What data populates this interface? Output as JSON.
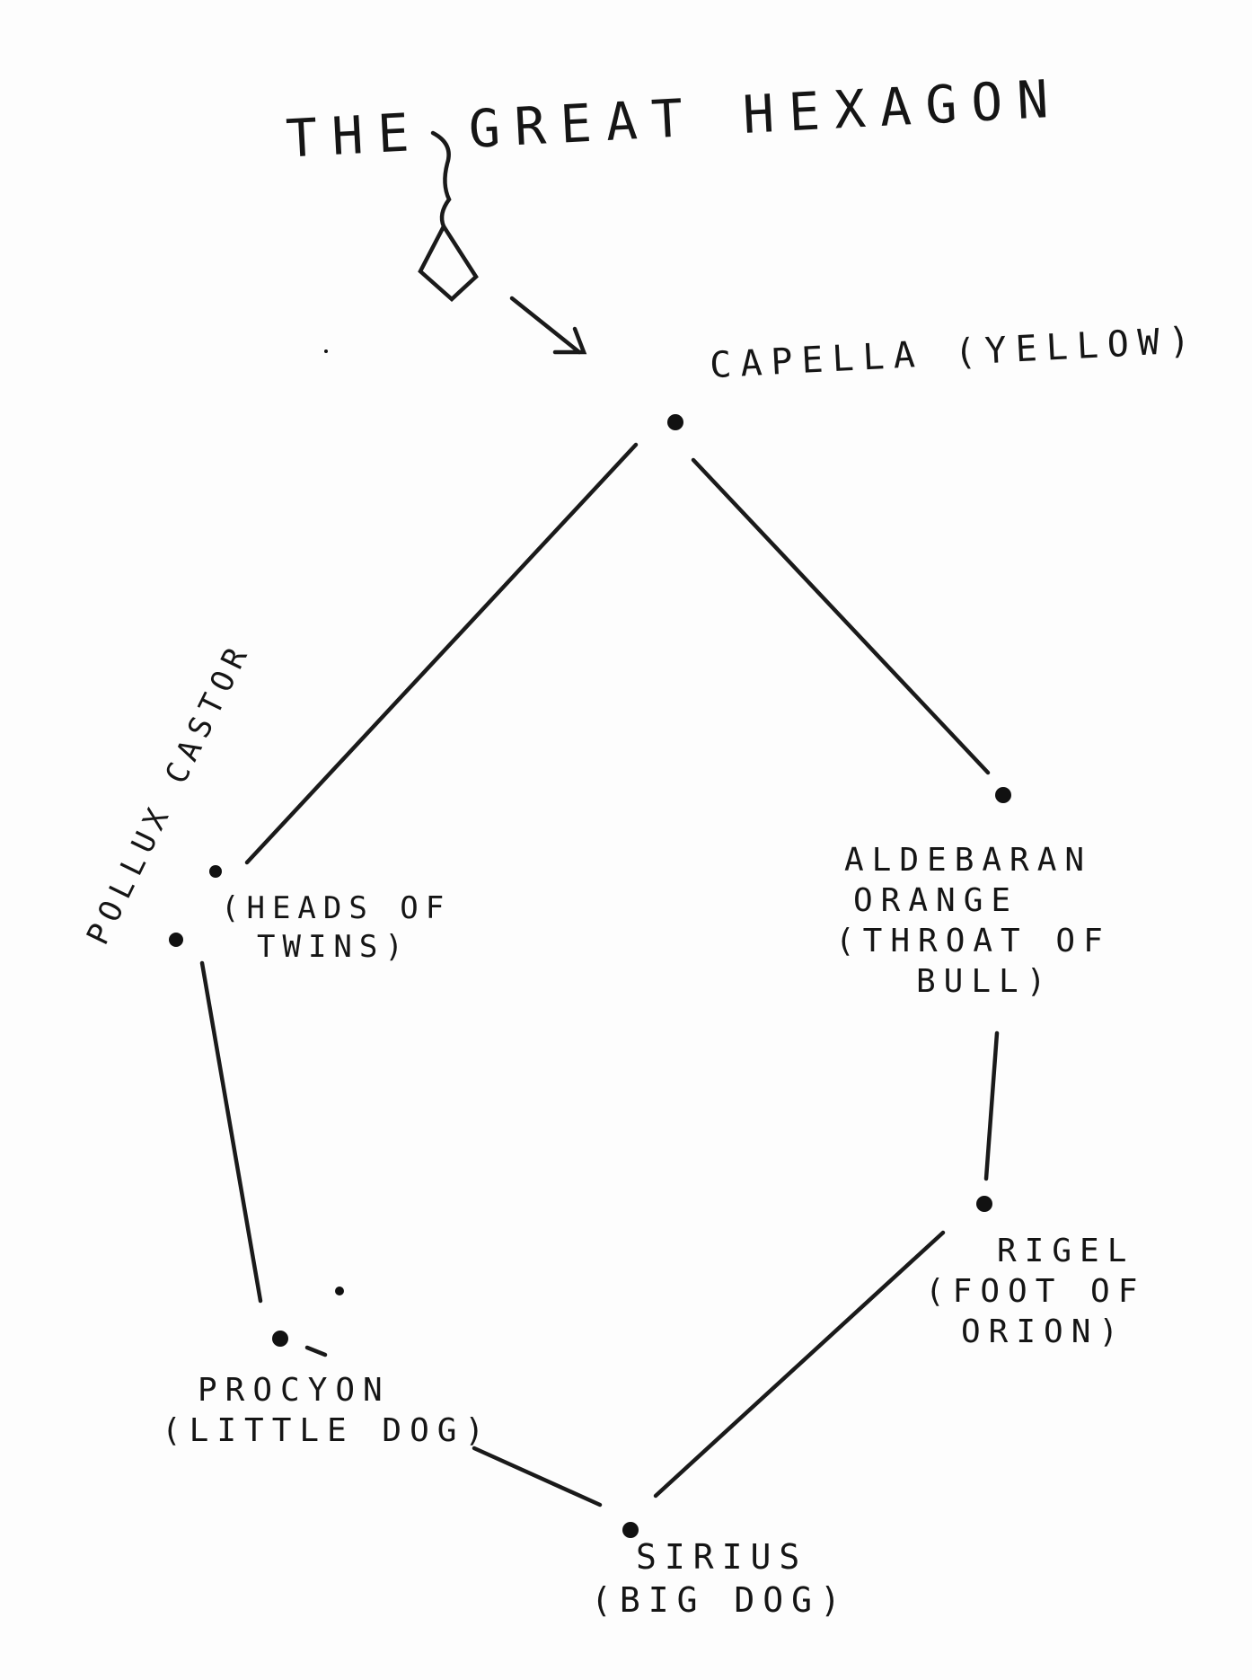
{
  "title": "THE GREAT HEXAGON",
  "stars": [
    {
      "id": "capella",
      "label": "CAPELLA (YELLOW)"
    },
    {
      "id": "aldebaran",
      "lines": [
        "ALDEBARAN",
        "ORANGE",
        "(THROAT OF",
        "BULL)"
      ]
    },
    {
      "id": "rigel",
      "lines": [
        "RIGEL",
        "(FOOT OF",
        "ORION)"
      ]
    },
    {
      "id": "sirius",
      "lines": [
        "SIRIUS",
        "(BIG DOG)"
      ]
    },
    {
      "id": "procyon",
      "lines": [
        "PROCYON",
        "(LITTLE DOG)"
      ]
    },
    {
      "id": "pollux-castor",
      "label": "POLLUX CASTOR",
      "lines": [
        "(HEADS OF",
        "TWINS)"
      ]
    }
  ],
  "pointer_icon": "kite-pointer-icon"
}
